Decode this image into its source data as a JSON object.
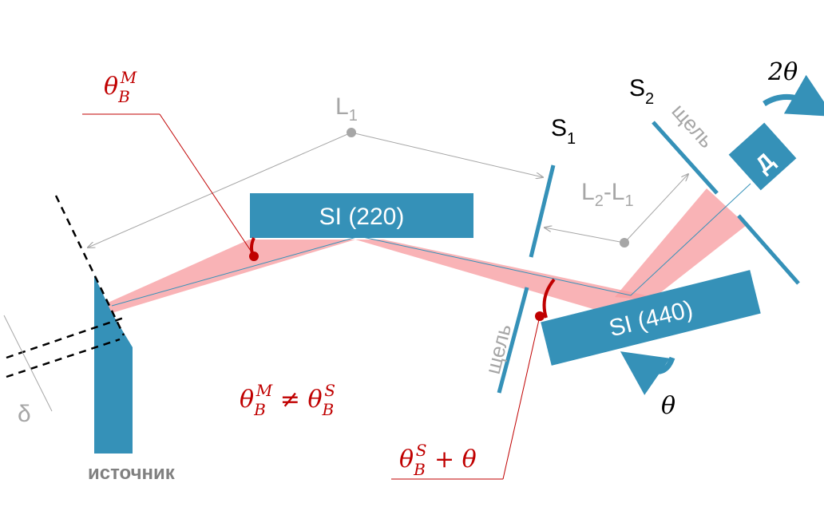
{
  "colors": {
    "crystal": "#3591b8",
    "beam": "#f7a0a4",
    "annotation_red": "#c00000",
    "gray": "#a6a6a6",
    "dark": "#000000"
  },
  "labels": {
    "theta_m_main": "θ",
    "theta_m_sub": "B",
    "theta_m_sup": "M",
    "inequality": "θ",
    "l1_main": "L",
    "l1_sub": "1",
    "l2l1_a": "L",
    "l2l1_a_sub": "2",
    "l2l1_dash": "-L",
    "l2l1_b_sub": "1",
    "s1_main": "S",
    "s1_sub": "1",
    "s2_main": "S",
    "s2_sub": "2",
    "slit1": "щель",
    "slit2": "щель",
    "crystal1": "SI (220)",
    "crystal2": "SI (440)",
    "detector": "Д",
    "two_theta": "2θ",
    "theta": "θ",
    "theta_s_plus": "θ",
    "delta": "δ",
    "source": "источник"
  },
  "icons": {
    "rotate_detector": "rotate-clockwise-arrow-icon",
    "rotate_crystal": "rotate-counterclockwise-arrow-icon"
  }
}
